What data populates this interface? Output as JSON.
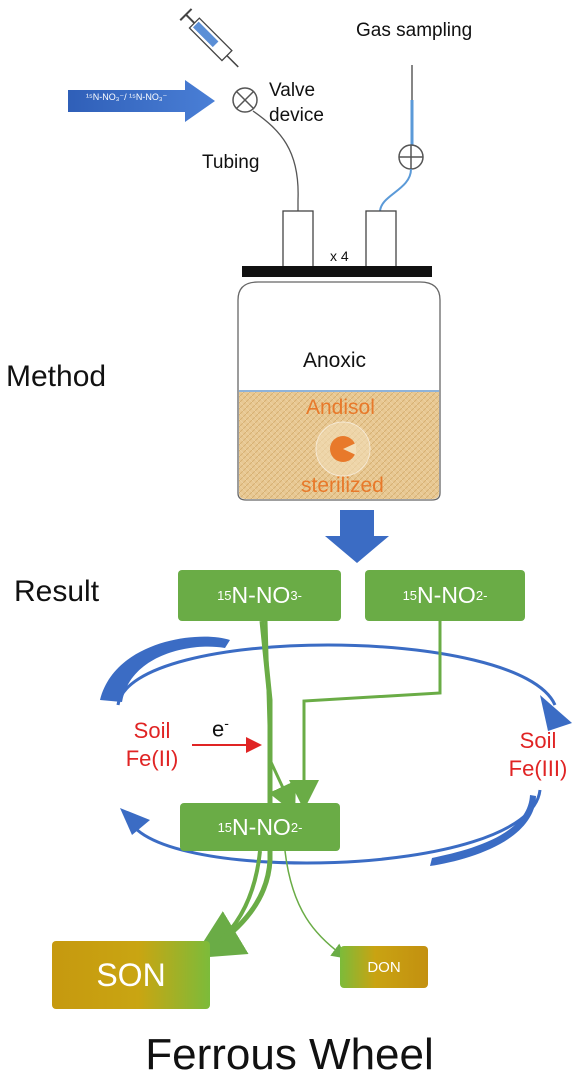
{
  "labels": {
    "method": "Method",
    "result": "Result",
    "gas_sampling": "Gas sampling",
    "valve_line1": "Valve",
    "valve_line2": "device",
    "tubing": "Tubing",
    "times_four": "x 4",
    "anoxic": "Anoxic",
    "andisol": "Andisol",
    "sterilized": "sterilized",
    "input_arrow_text": "¹⁵N-NO₃⁻/ ¹⁵N-NO₃⁻",
    "footer_title": "Ferrous Wheel"
  },
  "boxes": {
    "nitrate": {
      "prefix": "15",
      "main": "N-NO",
      "sub": "3",
      "sup": "-"
    },
    "nitrite_top": {
      "prefix": "15",
      "main": "N-NO",
      "sub": "2",
      "sup": "-"
    },
    "nitrite_mid": {
      "prefix": "15",
      "main": "N-NO",
      "sub": "2",
      "sup": "-"
    }
  },
  "cycle": {
    "soil_fe2_line1": "Soil",
    "soil_fe2_line2": "Fe(II)",
    "soil_fe3_line1": "Soil",
    "soil_fe3_line2": "Fe(III)",
    "electron": "e",
    "electron_charge": "-"
  },
  "pools": {
    "son": "SON",
    "don": "DON"
  },
  "colors": {
    "green": "#6aac46",
    "blue_arrow": "#3b6cc4",
    "red_text": "#e02424",
    "orange_text": "#e8792a",
    "soil_fill": "#e6c48e"
  }
}
